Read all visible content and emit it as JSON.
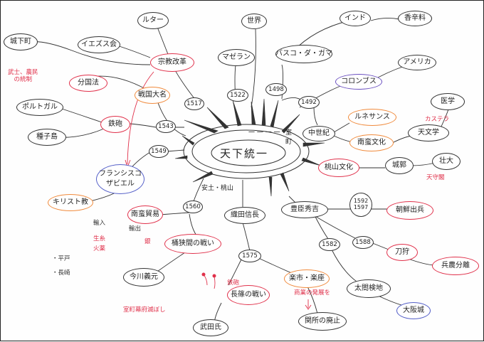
{
  "center": {
    "title": "天下統一"
  },
  "eras": {
    "muromachi": "室町",
    "muromachi_prefix": "一 一 一 一",
    "azuchi_momoyama": "安土・桃山",
    "arrow": "一"
  },
  "nodes": {
    "martin_luther": "ルター",
    "religious_reform": "宗教改革",
    "jesuits": "イエズス会",
    "castle_town": "城下町",
    "bunkokuho": "分国法",
    "sengoku_daimyo": "戦国大名",
    "portugal": "ポルトガル",
    "tanegashima": "種子島",
    "firearms": "鉄砲",
    "xavier_line1": "フランシスコ",
    "xavier_line2": "ザビエル",
    "christianity": "キリスト教",
    "nanban_trade": "南蛮貿易",
    "okehazama": "桶狭間の戦い",
    "imagawa": "今川義元",
    "nagashino": "長篠の戦い",
    "takeda": "武田氏",
    "oda": "織田信長",
    "rakuichi": "楽市・楽座",
    "sekisho": "関所の廃止",
    "toyotomi": "豊臣秀吉",
    "taiko_kenchi": "太閤検地",
    "osaka_castle": "大阪城",
    "katanagari": "刀狩",
    "heino_bunri": "兵農分離",
    "chosen_shuppei": "朝鮮出兵",
    "world": "世界",
    "magellan": "マゼラン",
    "vasco": "バスコ・ダ・ガマ",
    "india": "インド",
    "spice": "香辛料",
    "columbus": "コロンブス",
    "america": "アメリカ",
    "renaissance": "ルネサンス",
    "middle_ages": "中世紀",
    "nanban_culture": "南蛮文化",
    "medicine": "医学",
    "astronomy": "天文学",
    "momoyama_culture": "桃山文化",
    "castles": "城郭",
    "grand": "壮大"
  },
  "years": {
    "y1517": "1517",
    "y1522": "1522",
    "y1498": "1498",
    "y1492": "1492",
    "y1543": "1543",
    "y1549": "1549",
    "y1560": "1560",
    "y1575": "1575",
    "y1582": "1582",
    "y1588": "1588",
    "y1592": "1592",
    "y1597": "1597"
  },
  "notes": {
    "daimyo_rule": "武士、農民",
    "daimyo_rule2": "の統制",
    "export_label": "輸入",
    "export_items1": "生糸",
    "export_items2": "火薬",
    "export_out": "輸出",
    "silver": "銀",
    "hirado": "・平戸",
    "nagasaki": "・長崎",
    "imagawa_sub": "室町幕府滅ぼし",
    "teppo_small": "鉄砲",
    "merchants_free": "商業の発展を",
    "kirisutan": "カステラ",
    "tenshukaku": "天守閣"
  },
  "colors": {
    "red": "#e0304a",
    "orange": "#f08a3c",
    "blue": "#5560c8",
    "ink": "#222222"
  }
}
